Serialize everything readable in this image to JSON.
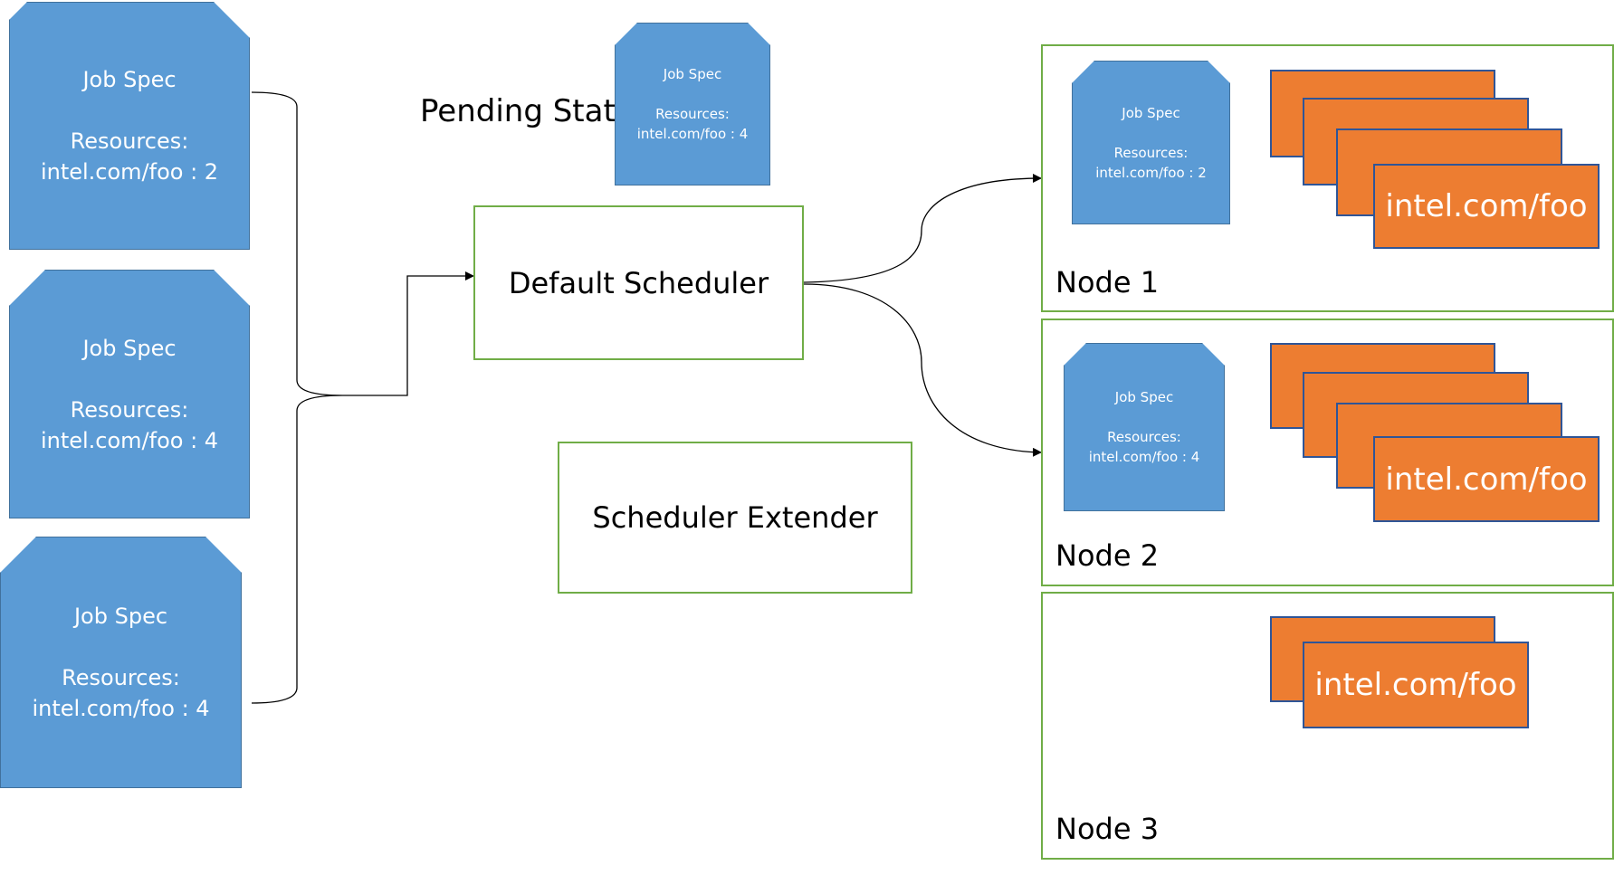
{
  "pending_label": "Pending State",
  "job_specs": [
    {
      "title": "Job Spec",
      "resources_label": "Resources:",
      "resource": "intel.com/foo : 2"
    },
    {
      "title": "Job Spec",
      "resources_label": "Resources:",
      "resource": "intel.com/foo : 4"
    },
    {
      "title": "Job Spec",
      "resources_label": "Resources:",
      "resource": "intel.com/foo : 4"
    }
  ],
  "pending_job": {
    "title": "Job Spec",
    "resources_label": "Resources:",
    "resource": "intel.com/foo : 4"
  },
  "default_scheduler": {
    "label": "Default Scheduler"
  },
  "scheduler_extender": {
    "label": "Scheduler Extender"
  },
  "nodes": [
    {
      "label": "Node 1",
      "job": {
        "title": "Job Spec",
        "resources_label": "Resources:",
        "resource": "intel.com/foo : 2"
      },
      "device_label": "intel.com/foo",
      "device_count": 4
    },
    {
      "label": "Node 2",
      "job": {
        "title": "Job Spec",
        "resources_label": "Resources:",
        "resource": "intel.com/foo : 4"
      },
      "device_label": "intel.com/foo",
      "device_count": 4
    },
    {
      "label": "Node 3",
      "device_label": "intel.com/foo",
      "device_count": 2
    }
  ],
  "colors": {
    "job_spec_fill": "#5b9bd5",
    "device_fill": "#ed7d31",
    "device_border": "#2f5597",
    "box_border": "#70ad47",
    "connector": "#000000"
  }
}
